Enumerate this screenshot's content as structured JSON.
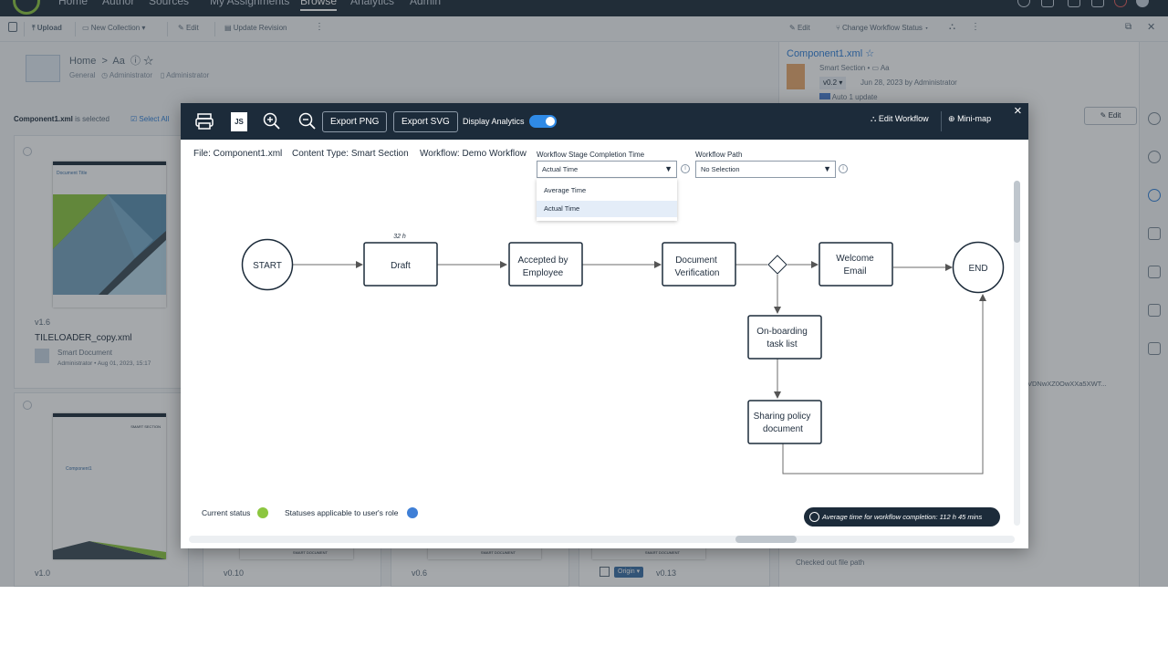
{
  "topnav": {
    "items": [
      "Home",
      "Author",
      "Sources",
      "My Assignments",
      "Browse",
      "Analytics",
      "Admin"
    ],
    "active": "Browse"
  },
  "left_toolbar": {
    "upload": "Upload",
    "new_collection": "New Collection",
    "edit": "Edit",
    "update_revision": "Update Revision"
  },
  "right_toolbar": {
    "edit": "Edit",
    "change_status": "Change Workflow Status"
  },
  "breadcrumb": {
    "home": "Home",
    "separator": ">",
    "current": "Aa",
    "sub_general": "General",
    "sub_admin1": "Administrator",
    "sub_admin2": "Administrator"
  },
  "selection": {
    "filename": "Component1.xml",
    "suffix": "is selected",
    "select_all": "Select All"
  },
  "cards": [
    {
      "version": "v1.6",
      "title": "TILELOADER_copy.xml",
      "type": "Smart Document",
      "meta": "Administrator • Aug 01, 2023, 15:17",
      "thumb_title": "Document Title"
    },
    {
      "version": "v1.0",
      "thumb_label": "SMART SECTION",
      "thumb_title": "Component1"
    },
    {
      "version": "v0.10",
      "thumb_label": "SMART DOCUMENT"
    },
    {
      "version": "v0.6",
      "thumb_label": "SMART DOCUMENT"
    },
    {
      "version": "v0.13",
      "origin": "Origin",
      "thumb_label": "SMART DOCUMENT"
    }
  ],
  "right_panel": {
    "title": "Component1.xml",
    "subtype": "Smart Section",
    "folder": "Aa",
    "version": "v0.2",
    "date": "Jun 28, 2023 by Administrator",
    "auto_update": "Auto 1 update",
    "edit_button": "Edit",
    "hash_fragment": "VDNwXZ0OwXXa5XWT...",
    "checked_out": "Checked out file path"
  },
  "modal": {
    "toolbar": {
      "js_label": "JS",
      "export_png": "Export PNG",
      "export_svg": "Export SVG",
      "display_analytics": "Display Analytics",
      "display_analytics_on": true,
      "edit_workflow": "Edit Workflow",
      "mini_map": "Mini-map",
      "close": "×"
    },
    "info": {
      "file": "File: Component1.xml",
      "content_type": "Content Type: Smart Section",
      "workflow": "Workflow: Demo Workflow"
    },
    "stage_time": {
      "label": "Workflow Stage Completion Time",
      "value": "Actual Time",
      "options": [
        "Average Time",
        "Actual Time"
      ],
      "selected_index": 1
    },
    "workflow_path": {
      "label": "Workflow Path",
      "value": "No Selection"
    },
    "flow": {
      "start": "START",
      "end": "END",
      "draft_time": "32 h",
      "nodes": {
        "draft": "Draft",
        "accepted": [
          "Accepted by",
          "Employee"
        ],
        "verification": [
          "Document",
          "Verification"
        ],
        "welcome": [
          "Welcome",
          "Email"
        ],
        "onboarding": [
          "On-boarding",
          "task list"
        ],
        "sharing": [
          "Sharing policy",
          "document"
        ]
      }
    },
    "legend": {
      "current_status": "Current status",
      "role_statuses": "Statuses applicable to user's role"
    },
    "avg_time": "Average time for workflow completion: 112 h 45 mins"
  },
  "colors": {
    "nav_dark": "#1c2b3a",
    "accent_blue": "#2f8ae6",
    "current_status_green": "#8cc63f",
    "role_blue": "#3f7fd6",
    "node_border": "#1c2b3a"
  }
}
